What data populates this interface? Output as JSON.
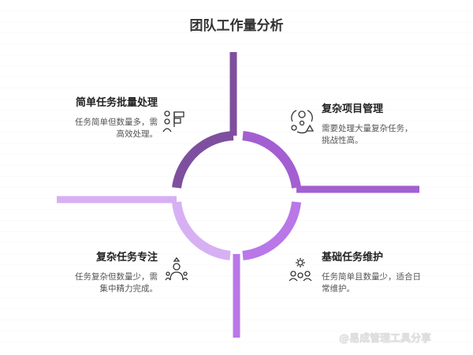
{
  "title": "团队工作量分析",
  "quadrants": [
    {
      "title": "简单任务批量处理",
      "desc": "任务简单但数量多，需高效处理。",
      "icon": "batch-process-icon"
    },
    {
      "title": "复杂项目管理",
      "desc": "需要处理大量复杂任务，挑战性高。",
      "icon": "team-network-icon"
    },
    {
      "title": "复杂任务专注",
      "desc": "任务复杂但数量少，需集中精力完成。",
      "icon": "focused-person-icon"
    },
    {
      "title": "基础任务维护",
      "desc": "任务简单且数量少，适合日常维护。",
      "icon": "maintenance-gear-icon"
    }
  ],
  "colors": {
    "top_left": "#7e4f9e",
    "top_right": "#a35fd1",
    "bottom_right": "#b977e8",
    "bottom_left": "#d7b0f4"
  },
  "watermark": "@易成管理工具分享"
}
